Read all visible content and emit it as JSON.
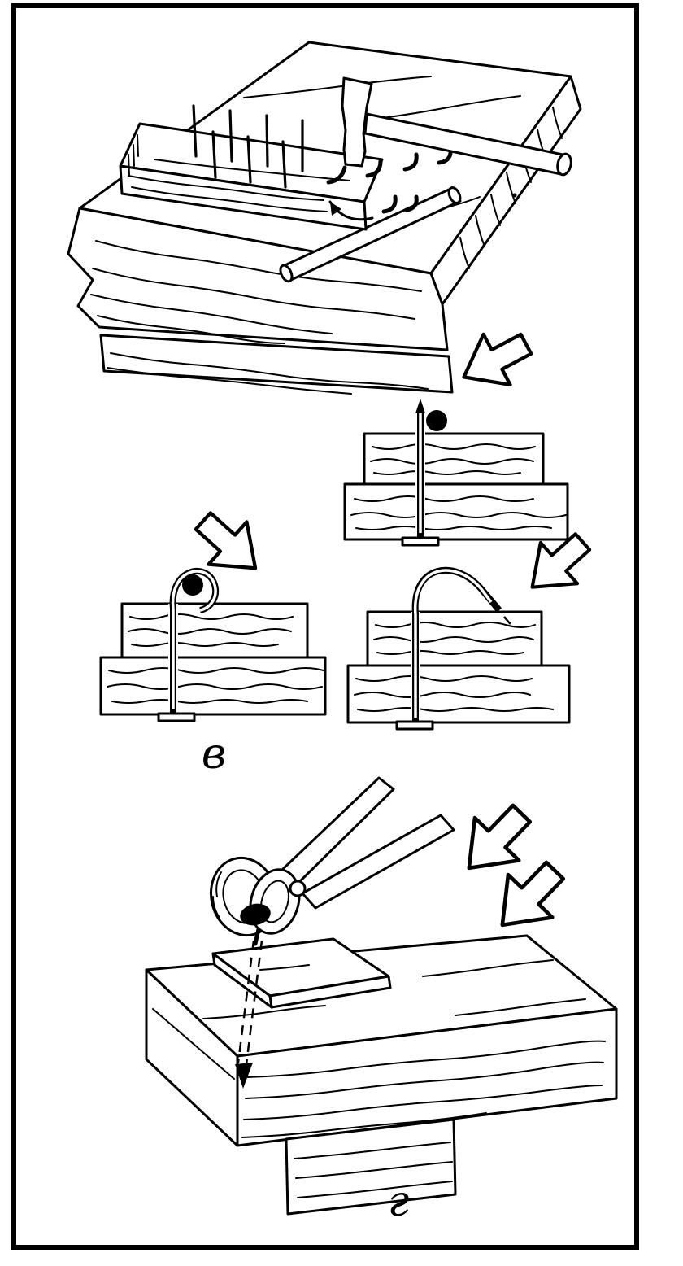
{
  "figure": {
    "paper_color": "#ffffff",
    "ink_color": "#000000",
    "panels": [
      {
        "name": "clinching-nails-on-board-with-hammer",
        "label": ""
      },
      {
        "name": "nail-point-beside-steel-rod",
        "label": ""
      },
      {
        "name": "nail-bent-over-rod",
        "label": "в"
      },
      {
        "name": "bent-nail-driven-into-wood",
        "label": ""
      },
      {
        "name": "pulling-nail-with-pincers",
        "label": "г"
      }
    ]
  }
}
